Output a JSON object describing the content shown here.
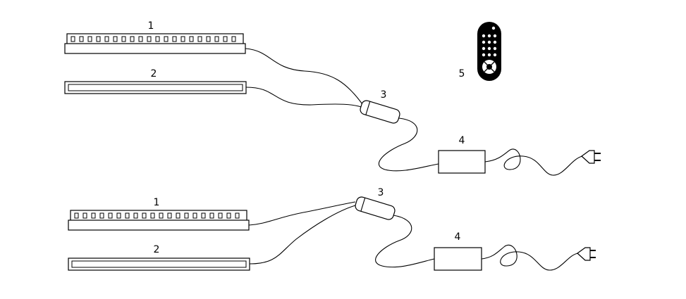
{
  "labels": {
    "led_strip": "1",
    "light_bar": "2",
    "connector": "3",
    "power_adapter": "4",
    "remote": "5"
  },
  "colors": {
    "line": "#000000",
    "background": "#ffffff",
    "remote_body": "#000000",
    "remote_buttons": "#ffffff"
  },
  "icons": {
    "remote": "remote-control-icon",
    "plug": "power-plug-icon"
  }
}
